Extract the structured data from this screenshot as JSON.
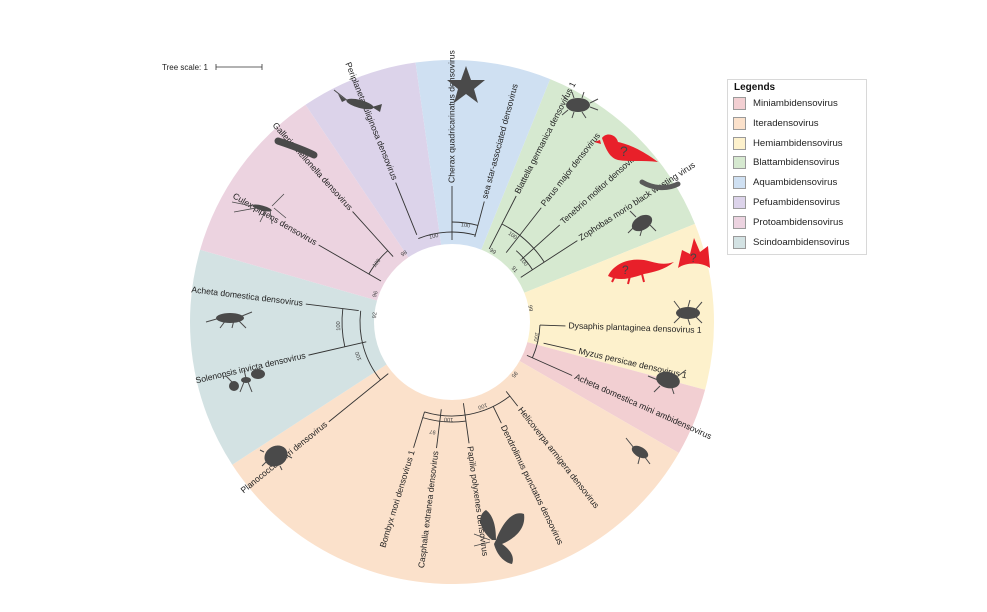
{
  "scale": {
    "label": "Tree scale: 1"
  },
  "legend": {
    "title": "Legends",
    "items": [
      {
        "name": "Miniambidensovirus",
        "color": "#f2cfd2"
      },
      {
        "name": "Iteradensovirus",
        "color": "#fbe1cb"
      },
      {
        "name": "Hemiambidensovirus",
        "color": "#fdf1cc"
      },
      {
        "name": "Blattambidensovirus",
        "color": "#d6e9d0"
      },
      {
        "name": "Aquambidensovirus",
        "color": "#cfe0f2"
      },
      {
        "name": "Pefuambidensovirus",
        "color": "#dcd3ea"
      },
      {
        "name": "Protoambidensovirus",
        "color": "#ecd3e0"
      },
      {
        "name": "Scindoambidensovirus",
        "color": "#d3e2e3"
      }
    ]
  },
  "leaves": [
    "Blattella germanica densovirus 1",
    "Parus major densovirus",
    "Tenebrio molitor densovirus",
    "Zophobas morio black wasting virus",
    "Dysaphis plantaginea densovirus 1",
    "Myzus persicae densovirus 1",
    "Acheta domestica mini ambidensovirus",
    "Helicoverpa armigera densovirus",
    "Dendrolimus punctatus densovirus",
    "Papilio polyxenes densovirus",
    "Casphalia extranea densovirus",
    "Bombyx mori densovirus 1",
    "Planococcus citri densovirus",
    "Solenopsis invicta densovirus",
    "Acheta domestica densovirus",
    "Culex pipiens densovirus",
    "Galleria mellonella densovirus",
    "Periplaneta fuliginosa densovirus",
    "Cherax quadricarinatus densovirus",
    "sea star-associated densovirus"
  ],
  "bootstrap": [
    "100",
    "100",
    "100",
    "100",
    "100",
    "100",
    "100",
    "100",
    "100",
    "100",
    "92",
    "97",
    "99",
    "95",
    "96",
    "98",
    "99",
    "91"
  ],
  "icons": [
    "cockroach-icon",
    "red-bird-icon",
    "mealworm-icon",
    "beetle-icon",
    "red-lizard-icon",
    "red-bat-icon",
    "aphid-icon",
    "aphid-icon",
    "cricket-icon",
    "moth-icon",
    "scale-insect-icon",
    "ant-icon",
    "cricket-icon",
    "mosquito-icon",
    "caterpillar-icon",
    "crayfish-icon",
    "starfish-icon"
  ]
}
